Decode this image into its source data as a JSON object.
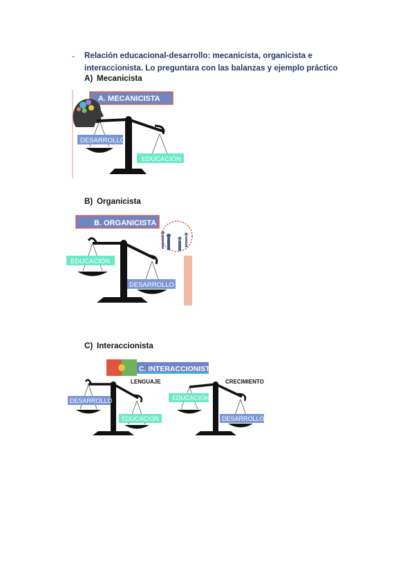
{
  "bullet": "-",
  "heading": "Relación educacional-desarrollo: mecanicista, organicista e interaccionista. Lo preguntara con las balanzas y ejemplo práctico",
  "sections": [
    {
      "letter": "A)",
      "title": "Mecanicista",
      "banner": "A. MECANICISTA",
      "left_pan_label": "DESARROLLO",
      "right_pan_label": "EDUCACIÓN"
    },
    {
      "letter": "B)",
      "title": "Organicista",
      "banner": "B. ORGANICISTA",
      "left_pan_label": "EDUCACIÓN",
      "right_pan_label": "DESARROLLO"
    },
    {
      "letter": "C)",
      "title": "Interaccionista",
      "banner": "C. INTERACCIONISTA",
      "scale1_caption": "LENGUAJE",
      "scale1_left": "DESARROLLO",
      "scale1_right": "EDUCACIÓN",
      "scale2_caption": "CRECIMIENTO",
      "scale2_left": "EDUCACIÓN",
      "scale2_right": "DESARROLLO"
    }
  ],
  "colors": {
    "heading": "#1f3864",
    "banner_bg": "#6f86c2",
    "banner_border": "#e05a47",
    "label_blue": "#7b96d4",
    "label_green": "#6be8c8",
    "scale": "#111111"
  },
  "icons": [
    "head-gears-icon",
    "people-circle-icon",
    "puzzle-icon"
  ]
}
